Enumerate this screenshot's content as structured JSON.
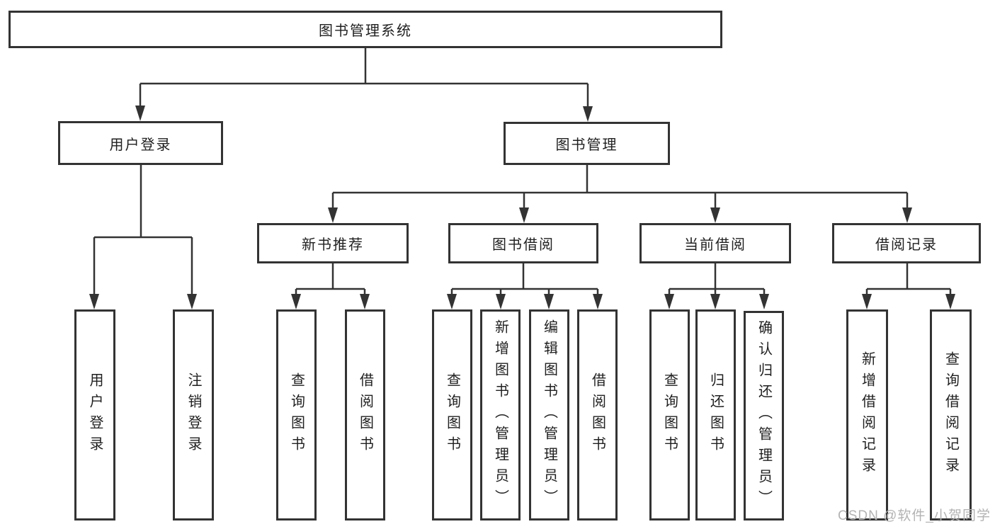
{
  "title": "图书管理系统",
  "tree": {
    "label": "图书管理系统",
    "children": [
      {
        "label": "用户登录",
        "children": [
          {
            "label": "用户登录"
          },
          {
            "label": "注销登录"
          }
        ]
      },
      {
        "label": "图书管理",
        "children": [
          {
            "label": "新书推荐",
            "children": [
              {
                "label": "查询图书"
              },
              {
                "label": "借阅图书"
              }
            ]
          },
          {
            "label": "图书借阅",
            "children": [
              {
                "label": "查询图书"
              },
              {
                "label": "新增图书（管理员）"
              },
              {
                "label": "编辑图书（管理员）"
              },
              {
                "label": "借阅图书"
              }
            ]
          },
          {
            "label": "当前借阅",
            "children": [
              {
                "label": "查询图书"
              },
              {
                "label": "归还图书"
              },
              {
                "label": "确认归还（管理员）"
              }
            ]
          },
          {
            "label": "借阅记录",
            "children": [
              {
                "label": "新增借阅记录"
              },
              {
                "label": "查询借阅记录"
              }
            ]
          }
        ]
      }
    ]
  },
  "watermark": {
    "text": "CSDN @软件_小贺同学"
  },
  "colors": {
    "line": "#333333",
    "box_border": "#333333",
    "text": "#1f1f1f",
    "watermark": "#b3b3b3",
    "background": "#ffffff"
  }
}
